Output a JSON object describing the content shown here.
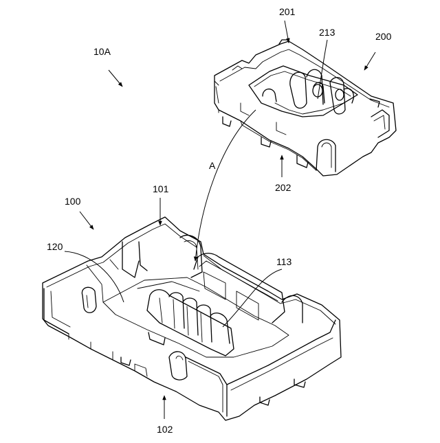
{
  "figure": {
    "labels": {
      "assembly": "10A",
      "connector_a": "100",
      "connector_a_top": "101",
      "connector_a_bottom": "102",
      "connector_a_terminal": "113",
      "connector_a_recess": "120",
      "connector_b": "200",
      "connector_b_top": "201",
      "connector_b_bottom": "202",
      "connector_b_terminal": "213",
      "mating_direction": "A"
    }
  }
}
